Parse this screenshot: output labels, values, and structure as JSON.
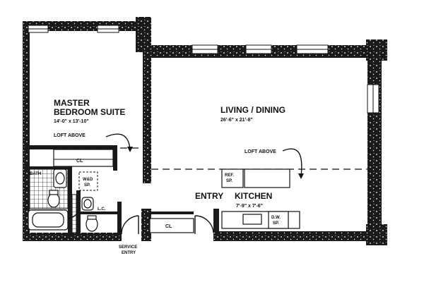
{
  "rooms": {
    "master_bedroom": {
      "title_line1": "MASTER",
      "title_line2": "BEDROOM SUITE",
      "size": "14'-0\" x 13'-10\""
    },
    "living_dining": {
      "title": "LIVING / DINING",
      "size": "26'-6\" x 21'-8\""
    },
    "bath": {
      "title": "BATH"
    },
    "entry": {
      "title": "ENTRY"
    },
    "kitchen": {
      "title": "KITCHEN",
      "size": "7'-9\" x 7'-6\""
    },
    "service_entry": {
      "line1": "SERVICE",
      "line2": "ENTRY"
    }
  },
  "notes": {
    "loft_above_bedroom": "LOFT ABOVE",
    "loft_above_living": "LOFT ABOVE",
    "closet_bedroom": "CL",
    "closet_entry": "CL",
    "wd_line1": "W&D",
    "wd_line2": "SP.",
    "ref_line1": "REF.",
    "ref_line2": "SP.",
    "dw_line1": "D.W.",
    "dw_line2": "SP.",
    "linen": "L.C."
  }
}
